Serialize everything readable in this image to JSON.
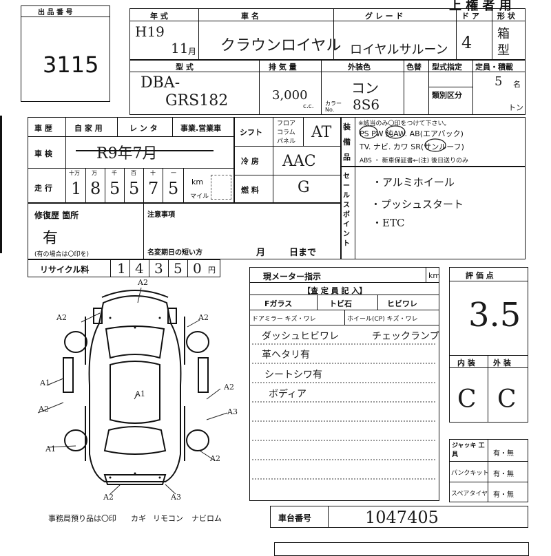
{
  "header": {
    "corner_title": "上 権 者 用",
    "lot_label": "出 品 番 号",
    "lot_number": "3115"
  },
  "vehicle": {
    "year_label": "年 式",
    "year_value": "H19",
    "month_value": "11",
    "month_unit": "月",
    "name_label": "車 名",
    "name_value": "クラウンロイヤル",
    "grade_label": "グ レ ー ド",
    "grade_value": "ロイヤルサルーン",
    "doors_label": "ド ア",
    "doors_value": "4",
    "body_label": "形 状",
    "body_value": "箱型",
    "model_label": "型 式",
    "model_prefix": "DBA-",
    "model_value": "GRS182",
    "displacement_label": "排 気 量",
    "displacement_value": "3,000",
    "displacement_unit": "c.c.",
    "ext_color_label": "外装色",
    "ext_color_value": "コン",
    "color_label": "色替",
    "color_no_label": "カラー No.",
    "color_no_value": "8S6",
    "type_spec_label": "型式指定",
    "type_class_label": "類別区分",
    "capacity_label": "定員・積載",
    "capacity_value": "5",
    "capacity_unit": "名",
    "load_unit": "トン"
  },
  "usage": {
    "history_label": "車 歴",
    "opt_private": "自 家 用",
    "opt_rental": "レ ン タ",
    "opt_business": "事業.営業車",
    "inspection_label": "車 検",
    "inspection_value": "R9年7月",
    "mileage_label": "走 行",
    "digit_headers": [
      "十万",
      "万",
      "千",
      "百",
      "十",
      "一"
    ],
    "mileage_digits": [
      "1",
      "8",
      "5",
      "5",
      "7",
      "5"
    ],
    "km_label": "km",
    "mile_label": "マイル"
  },
  "shift": {
    "label": "シフト",
    "opt_floor": "フロア",
    "opt_column": "コラム",
    "opt_panel": "パネル",
    "value": "AT",
    "ac_label": "冷 房",
    "ac_value": "AAC",
    "fuel_label": "燃 料",
    "fuel_value": "G"
  },
  "equipment": {
    "label": "装備品",
    "note": "※該当のみ〇印をつけて下さい。",
    "line1": "PS  PW  純AW. AB(エアバック)",
    "line2": "TV. ナビ. カワ SR(サンルーフ)",
    "line3": "ABS ・ 新車保証書←(注) 後日送りのみ"
  },
  "sales_point": {
    "label": "セールスポイント",
    "items": [
      "・アルミホイール",
      "・プッシュスタート",
      "・ETC"
    ]
  },
  "repair": {
    "label": "修復歴 箇所",
    "value": "有",
    "note": "(有の場合は〇印を)",
    "caution_label": "注意事項",
    "name_change_label": "名変期日の短い方",
    "month_label": "月",
    "day_label": "日まで"
  },
  "recycle": {
    "label": "リサイクル料",
    "digits": [
      "1",
      "4",
      "3",
      "5",
      "0"
    ],
    "unit": "円"
  },
  "meter": {
    "label": "現メーター指示",
    "km": "km",
    "inspector_label": "【査 定 員 記 入】",
    "fglass": "Fガラス",
    "tobiishi": "トビ石",
    "hibiware": "ヒビワレ",
    "door_mirror": "ドアミラー キズ・ワレ",
    "wheel": "ホイール(CP) キズ・ワレ",
    "notes": [
      "ダッシュヒビワレ",
      "チェックランプ",
      "革ヘタリ有",
      "シートシワ有",
      "ボディア"
    ]
  },
  "score": {
    "label": "評 価 点",
    "value": "3.5",
    "interior_label": "内 装",
    "exterior_label": "外 装",
    "interior_value": "C",
    "exterior_value": "C",
    "jack_label": "ジャッキ 工 具",
    "puncture_label": "パンクキット",
    "spare_label": "スペアタイヤ",
    "yes_no": "有・無"
  },
  "chassis": {
    "label": "車台番号",
    "value": "1047405"
  },
  "footer": {
    "office_note": "事務局預り品は〇印",
    "key": "カギ",
    "remote": "リモコン",
    "navi_rom": "ナビロム"
  },
  "damage_marks": [
    "A2",
    "A2",
    "A1",
    "A2",
    "A1",
    "A2",
    "A3",
    "A2",
    "A1",
    "A2",
    "A3",
    "A2"
  ]
}
